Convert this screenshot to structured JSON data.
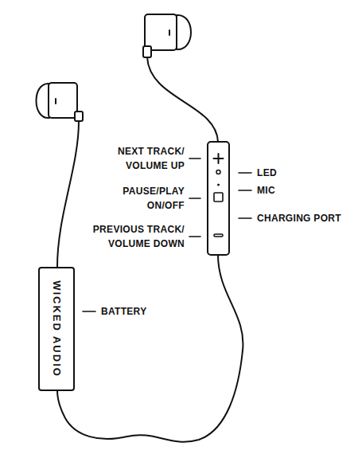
{
  "diagram": {
    "nodes": [
      {
        "text": [
          "WICKED AUDIO"
        ]
      }
    ],
    "labels": [
      "NEXT TRACK/ VOLUME UP",
      "PAUSE/PLAY ON/OFF",
      "PREVIOUS TRACK/ VOLUME DOWN",
      "LED",
      "MIC",
      "CHARGING PORT",
      "BATTERY"
    ]
  }
}
